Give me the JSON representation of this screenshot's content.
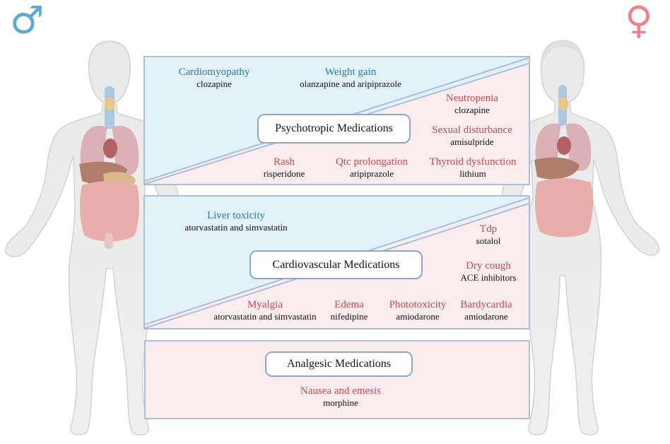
{
  "symbols": {
    "male": "♂",
    "female": "♀",
    "male_color": "#5aa9d8",
    "female_color": "#f0808a"
  },
  "colors": {
    "male_fill": "#e3f1f8",
    "female_fill": "#fbecec",
    "border": "#a9bfe0",
    "male_text": "#2a7ab8",
    "female_text": "#c84a4f"
  },
  "panels": {
    "psychotropic": {
      "title": "Psychotropic Medications",
      "male": [
        {
          "effect": "Cardiomyopathy",
          "drug": "clozapine"
        },
        {
          "effect": "Weight gain",
          "drug": "olanzapine and aripiprazole"
        }
      ],
      "female": [
        {
          "effect": "Neutropenia",
          "drug": "clozapine"
        },
        {
          "effect": "Sexual disturbance",
          "drug": "amisulpride"
        },
        {
          "effect": "Rash",
          "drug": "risperidone"
        },
        {
          "effect": "Qtc prolongation",
          "drug": "aripiprazole"
        },
        {
          "effect": "Thyroid dysfunction",
          "drug": "lithium"
        }
      ]
    },
    "cardiovascular": {
      "title": "Cardiovascular Medications",
      "male": [
        {
          "effect": "Liver toxicity",
          "drug": "atorvastatin and simvastatin"
        }
      ],
      "female": [
        {
          "effect": "Tdp",
          "drug": "sotalol"
        },
        {
          "effect": "Dry cough",
          "drug": "ACE inhibitors"
        },
        {
          "effect": "Myalgia",
          "drug": "atorvastatin and simvastatin"
        },
        {
          "effect": "Edema",
          "drug": "nifedipine"
        },
        {
          "effect": "Phototoxicity",
          "drug": "amiodarone"
        },
        {
          "effect": "Bardycardia",
          "drug": "amiodarone"
        }
      ]
    },
    "analgesic": {
      "title": "Analgesic Medications",
      "female": [
        {
          "effect": "Nausea and emesis",
          "drug": "morphine"
        }
      ]
    }
  }
}
